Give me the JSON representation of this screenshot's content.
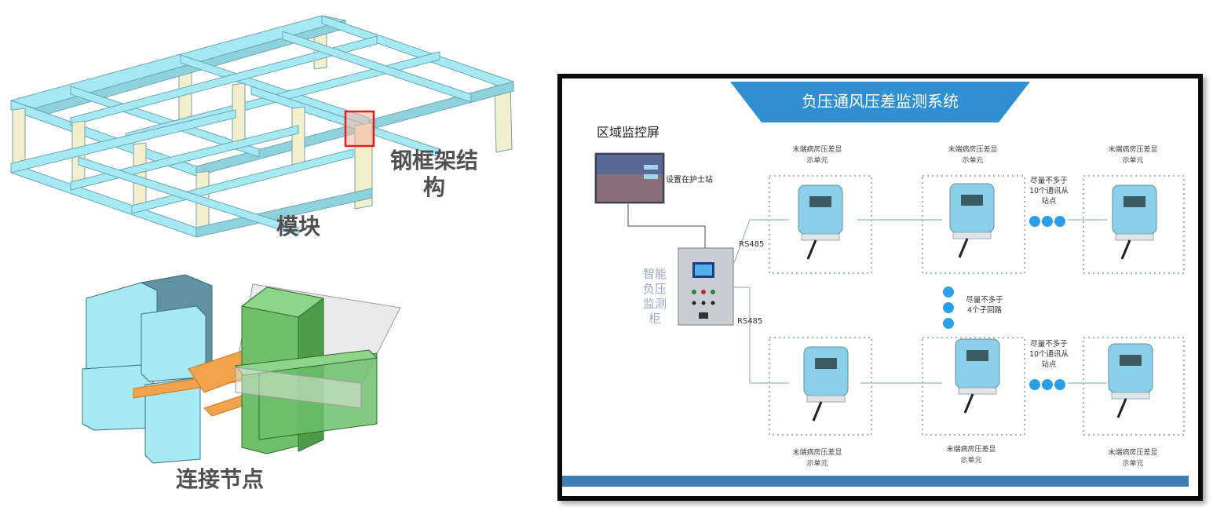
{
  "left": {
    "frame_label_line1": "钢框架结",
    "frame_label_line2": "构",
    "module_label": "模块",
    "joint_label": "连接节点"
  },
  "system": {
    "title": "负压通风压差监测系统",
    "area_screen_label": "区域监控屏",
    "nurse_station_label": "设置在护士站",
    "cabinet_label": "智能负压监测柜",
    "rs485_top": "RS485",
    "rs485_bottom": "RS485",
    "units": {
      "top_1_line1": "末端病房压差显",
      "top_1_line2": "示单元",
      "top_2_line1": "末端病房压差显",
      "top_2_line2": "示单元",
      "top_3_line1": "末端病房压差显",
      "top_3_line2": "示单元",
      "bottom_1_line1": "末端病房压差显",
      "bottom_1_line2": "示单元",
      "bottom_2_line1": "末端病房压差显",
      "bottom_2_line2": "示单元",
      "bottom_3_line1": "末端病房压差显",
      "bottom_3_line2": "示单元"
    },
    "notes": {
      "top_line1": "尽量不多于",
      "top_line2": "10个通讯从",
      "top_line3": "站点",
      "middle_line1": "尽量不多于",
      "middle_line2": "4个子回路",
      "bottom_line1": "尽量不多于",
      "bottom_line2": "10个通讯从",
      "bottom_line3": "站点"
    }
  },
  "colors": {
    "beam": "#a7e9f2",
    "column": "#f3eecb",
    "steel_green": "#6fbf6b",
    "plate_orange": "#f2a24a",
    "banner_blue": "#2f8fd0",
    "dot_blue": "#2b9ee8",
    "device_blue": "#8ccfe8"
  }
}
